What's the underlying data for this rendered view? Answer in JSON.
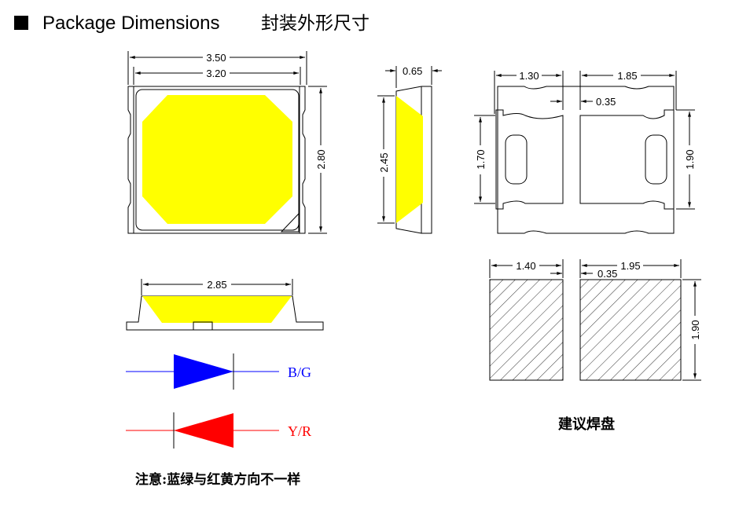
{
  "header": {
    "icon": "black-square-icon",
    "title": "Package Dimensions",
    "title_cn": "封装外形尺寸"
  },
  "top_view": {
    "width_outer": "3.50",
    "width_inner": "3.20",
    "height": "2.80"
  },
  "side_view": {
    "depth": "0.65",
    "lens_height": "2.45"
  },
  "bottom_pads": {
    "left_width": "1.30",
    "right_width": "1.85",
    "gap": "0.35",
    "left_height": "1.70",
    "right_height": "1.90"
  },
  "front_view": {
    "lens_width": "2.85"
  },
  "polarity": {
    "bg_label": "B/G",
    "yr_label": "Y/R",
    "note": "注意:蓝绿与红黄方向不一样"
  },
  "recommended_pads": {
    "left_width": "1.40",
    "right_width": "1.95",
    "gap": "0.35",
    "height": "1.90",
    "label": "建议焊盘"
  },
  "colors": {
    "lens": "#FFFF00",
    "bg_diode": "#0000FF",
    "yr_diode": "#FF0000",
    "line": "#000000"
  }
}
